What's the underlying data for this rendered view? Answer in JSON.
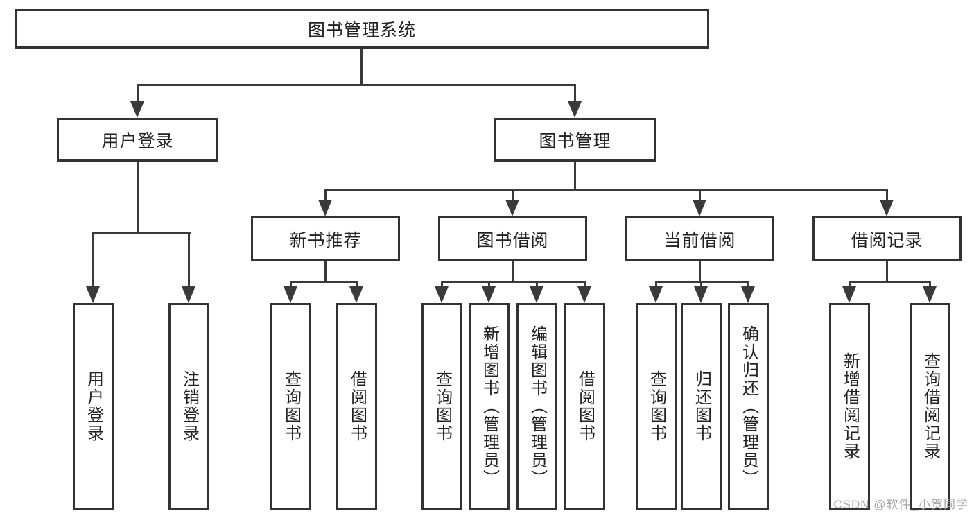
{
  "root": {
    "label": "图书管理系统"
  },
  "branches": [
    {
      "label": "用户登录",
      "leaves": [
        {
          "label": "用户登录"
        },
        {
          "label": "注销登录"
        }
      ]
    },
    {
      "label": "图书管理",
      "groups": [
        {
          "label": "新书推荐",
          "leaves": [
            {
              "label": "查询图书"
            },
            {
              "label": "借阅图书"
            }
          ]
        },
        {
          "label": "图书借阅",
          "leaves": [
            {
              "label": "查询图书"
            },
            {
              "label": "新增图书（管理员）"
            },
            {
              "label": "编辑图书（管理员）"
            },
            {
              "label": "借阅图书"
            }
          ]
        },
        {
          "label": "当前借阅",
          "leaves": [
            {
              "label": "查询图书"
            },
            {
              "label": "归还图书"
            },
            {
              "label": "确认归还（管理员）"
            }
          ]
        },
        {
          "label": "借阅记录",
          "leaves": [
            {
              "label": "新增借阅记录"
            },
            {
              "label": "查询借阅记录"
            }
          ]
        }
      ]
    }
  ],
  "watermark": {
    "text": "CSDN @软件_小贺同学"
  },
  "colors": {
    "line": "#3a3a3a",
    "box_border": "#333333",
    "text": "#222222",
    "watermark": "#a8a8a8",
    "background": "#ffffff"
  }
}
